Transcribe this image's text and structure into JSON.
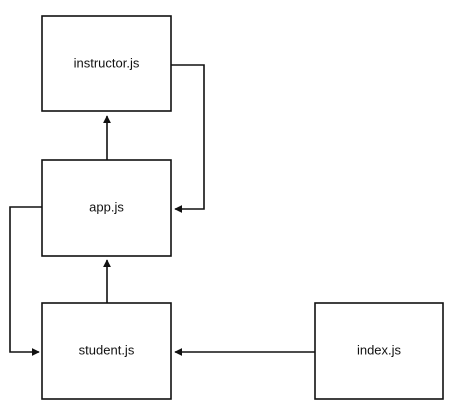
{
  "diagram": {
    "nodes": [
      {
        "id": "instructor",
        "label": "instructor.js"
      },
      {
        "id": "app",
        "label": "app.js"
      },
      {
        "id": "student",
        "label": "student.js"
      },
      {
        "id": "index",
        "label": "index.js"
      }
    ],
    "edges": [
      {
        "from": "app",
        "to": "instructor"
      },
      {
        "from": "instructor",
        "to": "app"
      },
      {
        "from": "student",
        "to": "app"
      },
      {
        "from": "app",
        "to": "student"
      },
      {
        "from": "index",
        "to": "student"
      }
    ],
    "colors": {
      "stroke": "#111111",
      "background": "#ffffff"
    }
  }
}
